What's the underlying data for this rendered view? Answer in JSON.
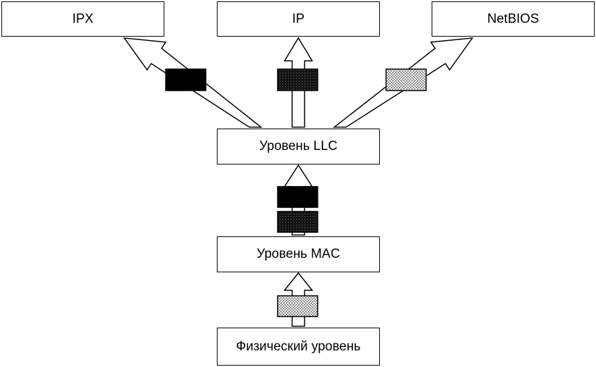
{
  "boxes": {
    "ipx": "IPX",
    "ip": "IP",
    "netbios": "NetBIOS",
    "llc": "Уровень LLC",
    "mac": "Уровень MAC",
    "physical": "Физический уровень"
  },
  "packet_colors": {
    "black": "#000000",
    "dark": "#1c1c1c",
    "light_pattern": "#d6d6d6"
  }
}
